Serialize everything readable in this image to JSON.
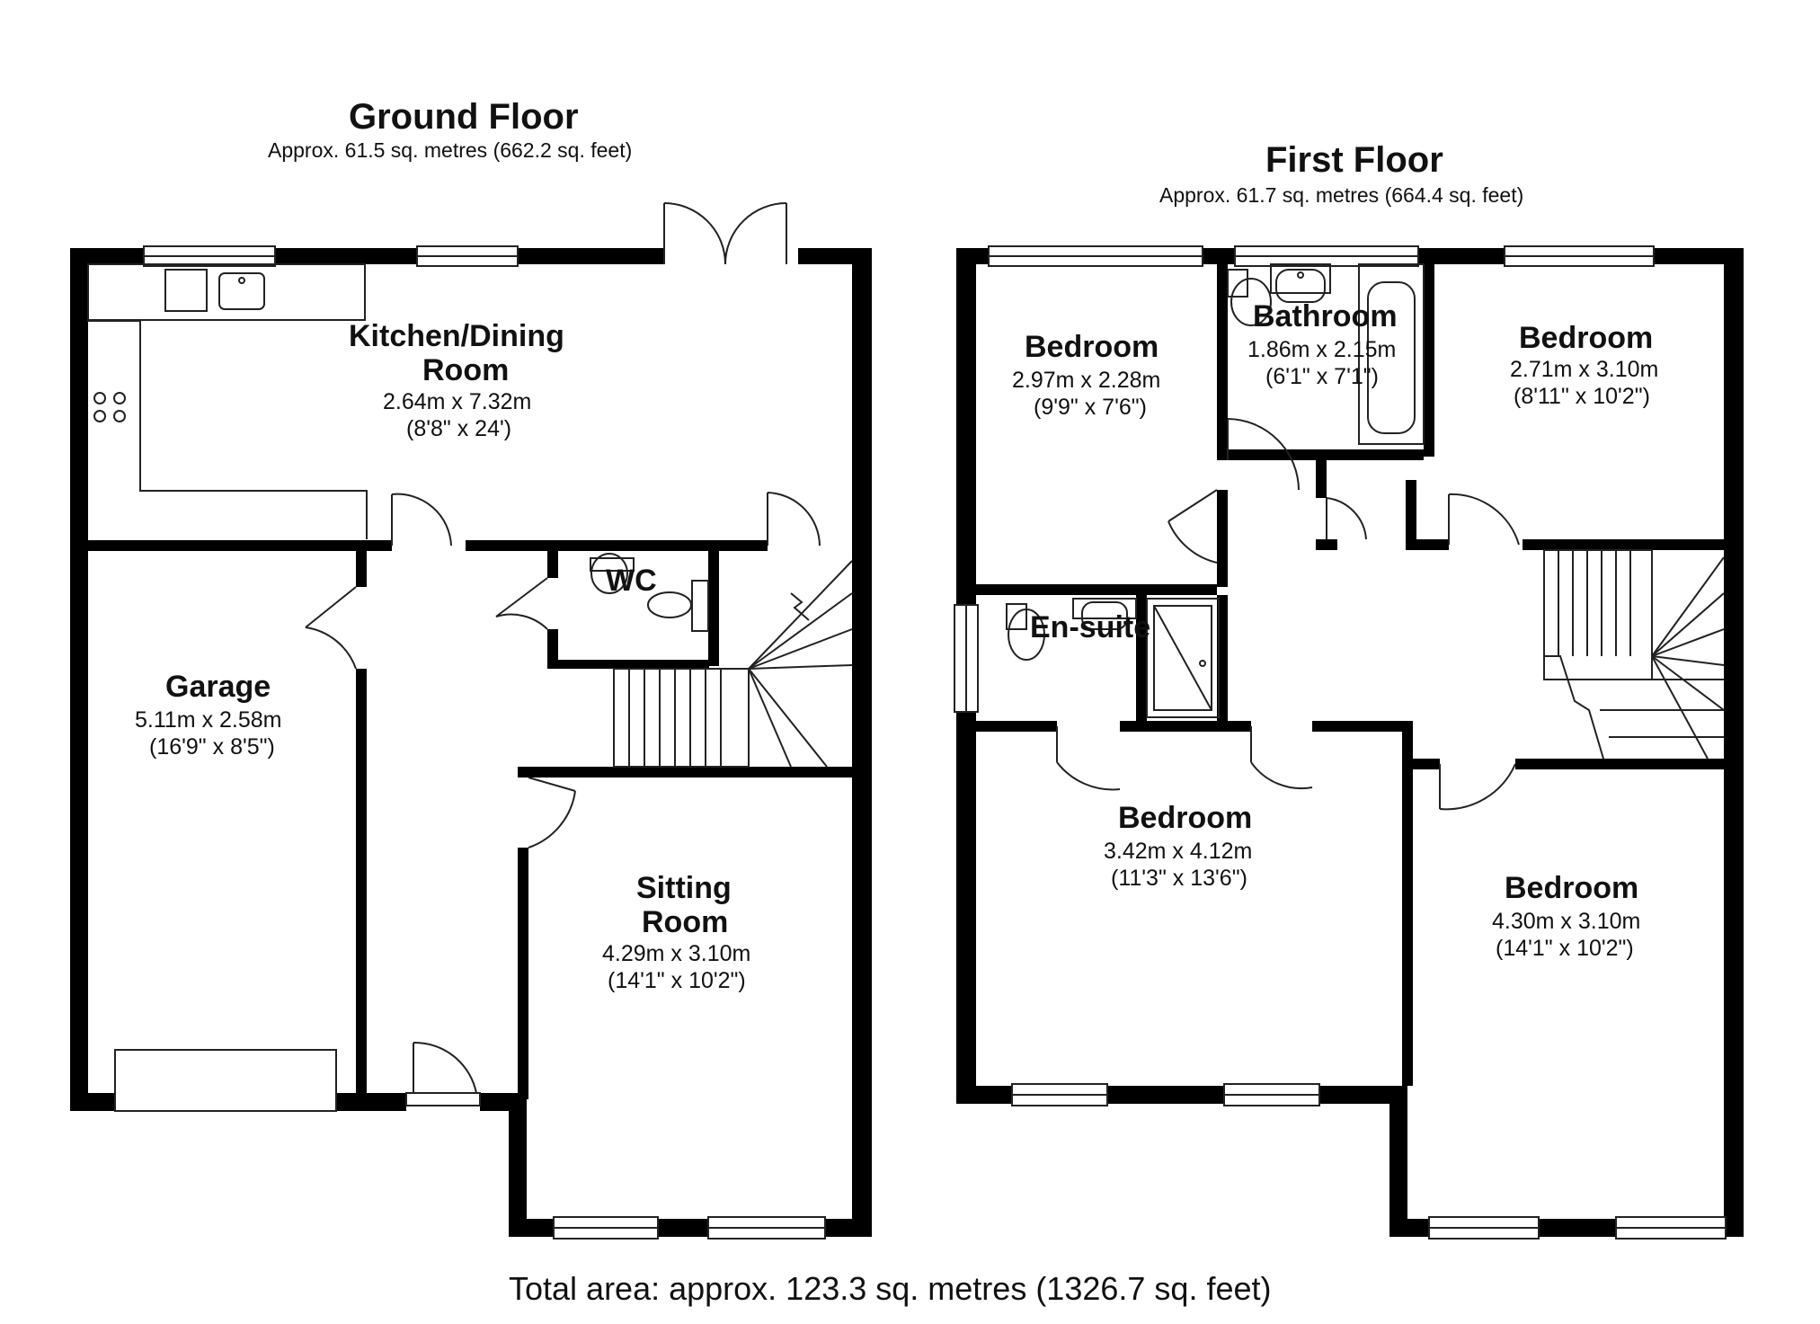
{
  "ground_floor": {
    "title": "Ground Floor",
    "area": "Approx. 61.5 sq. metres (662.2 sq. feet)",
    "rooms": {
      "kitchen": {
        "name_line1": "Kitchen/Dining",
        "name_line2": "Room",
        "dim_m": "2.64m x 7.32m",
        "dim_ft": "(8'8\" x 24')"
      },
      "wc": {
        "name": "WC"
      },
      "garage": {
        "name": "Garage",
        "dim_m": "5.11m x 2.58m",
        "dim_ft": "(16'9\" x 8'5\")"
      },
      "sitting": {
        "name_line1": "Sitting",
        "name_line2": "Room",
        "dim_m": "4.29m x 3.10m",
        "dim_ft": "(14'1\" x 10'2\")"
      }
    }
  },
  "first_floor": {
    "title": "First Floor",
    "area": "Approx. 61.7 sq. metres (664.4 sq. feet)",
    "rooms": {
      "bedroom_nw": {
        "name": "Bedroom",
        "dim_m": "2.97m x 2.28m",
        "dim_ft": "(9'9\" x 7'6\")"
      },
      "bathroom": {
        "name": "Bathroom",
        "dim_m": "1.86m x 2.15m",
        "dim_ft": "(6'1\" x 7'1\")"
      },
      "bedroom_ne": {
        "name": "Bedroom",
        "dim_m": "2.71m x 3.10m",
        "dim_ft": "(8'11\" x 10'2\")"
      },
      "ensuite": {
        "name": "En-suite"
      },
      "bedroom_sw": {
        "name": "Bedroom",
        "dim_m": "3.42m x 4.12m",
        "dim_ft": "(11'3\" x 13'6\")"
      },
      "bedroom_se": {
        "name": "Bedroom",
        "dim_m": "4.30m x 3.10m",
        "dim_ft": "(14'1\" x 10'2\")"
      }
    }
  },
  "total_area": "Total area: approx. 123.3 sq. metres (1326.7 sq. feet)"
}
